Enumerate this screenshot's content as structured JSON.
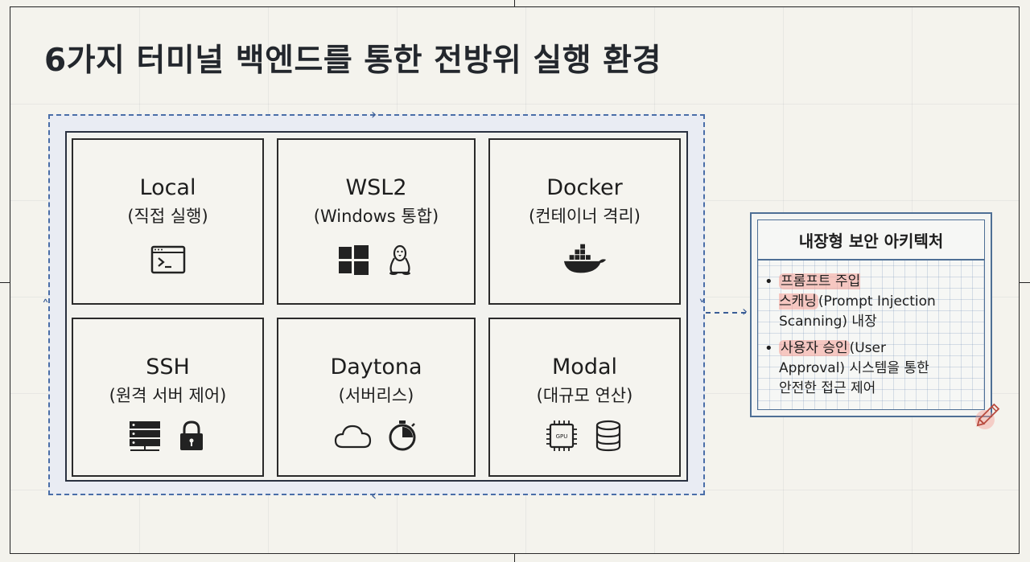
{
  "title": "6가지 터미널 백엔드를 통한 전방위 실행 환경",
  "backends": [
    {
      "name": "Local",
      "subtitle": "(직접 실행)",
      "icons": [
        "terminal-icon"
      ]
    },
    {
      "name": "WSL2",
      "subtitle": "(Windows 통합)",
      "icons": [
        "windows-icon",
        "linux-penguin-icon"
      ]
    },
    {
      "name": "Docker",
      "subtitle": "(컨테이너 격리)",
      "icons": [
        "docker-whale-icon"
      ]
    },
    {
      "name": "SSH",
      "subtitle": "(원격 서버 제어)",
      "icons": [
        "server-rack-icon",
        "lock-icon"
      ]
    },
    {
      "name": "Daytona",
      "subtitle": "(서버리스)",
      "icons": [
        "cloud-icon",
        "stopwatch-icon"
      ]
    },
    {
      "name": "Modal",
      "subtitle": "(대규모 연산)",
      "icons": [
        "gpu-chip-icon",
        "database-icon"
      ]
    }
  ],
  "gpu_label": "GPU",
  "security_panel": {
    "title": "내장형 보안 아키텍처",
    "items": [
      {
        "highlight": "프롬프트 주입\n스캐닝",
        "rest": "(Prompt Injection\nScanning) 내장"
      },
      {
        "highlight": "사용자 승인",
        "rest": "(User\nApproval) 시스템을 통한\n안전한 접근 제어"
      }
    ]
  },
  "colors": {
    "background": "#f3f2ec",
    "dashed_loop": "#4a6ea8",
    "panel_border": "#4e6f95",
    "highlight": "#f5a096",
    "title_text": "#23272d"
  }
}
